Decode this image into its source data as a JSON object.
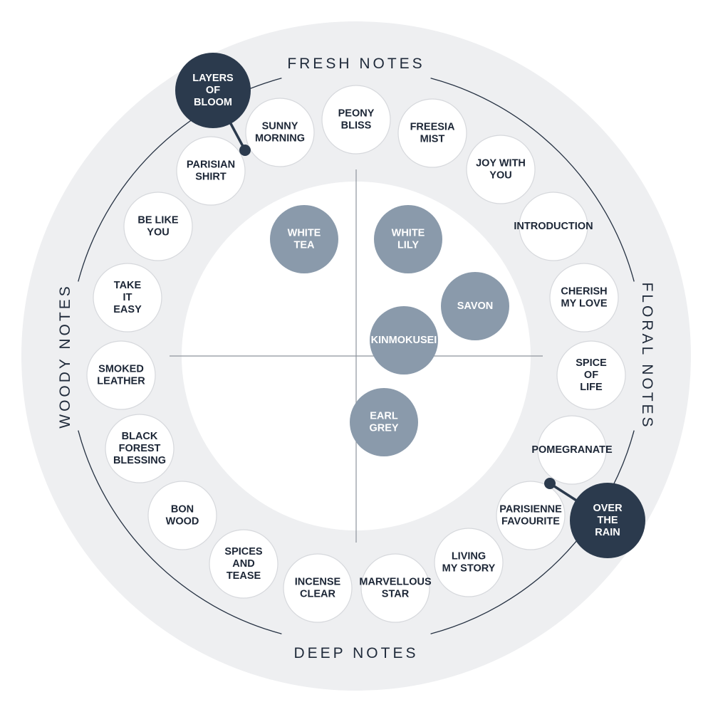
{
  "colors": {
    "outer_band": "#eeeff1",
    "arc_line": "#253142",
    "ring_bubble_fill": "#ffffff",
    "ring_bubble_stroke": "#d6d8dc",
    "inner_bubble": "#8a9aab",
    "featured_bubble": "#2b3a4d",
    "text_dark": "#1c2636"
  },
  "section_labels": {
    "fresh": "FRESH NOTES",
    "floral": "FLORAL NOTES",
    "deep": "DEEP NOTES",
    "woody": "WOODY NOTES"
  },
  "ring_scents": [
    [
      "SUNNY",
      "MORNING"
    ],
    [
      "PEONY",
      "BLISS"
    ],
    [
      "FREESIA",
      "MIST"
    ],
    [
      "JOY WITH",
      "YOU"
    ],
    [
      "INTRODUCTION"
    ],
    [
      "CHERISH",
      "MY LOVE"
    ],
    [
      "SPICE",
      "OF",
      "LIFE"
    ],
    [
      "POMEGRANATE"
    ],
    [
      "PARISIENNE",
      "FAVOURITE"
    ],
    [
      "LIVING",
      "MY STORY"
    ],
    [
      "MARVELLOUS",
      "STAR"
    ],
    [
      "INCENSE",
      "CLEAR"
    ],
    [
      "SPICES",
      "AND",
      "TEASE"
    ],
    [
      "BON",
      "WOOD"
    ],
    [
      "BLACK",
      "FOREST",
      "BLESSING"
    ],
    [
      "SMOKED",
      "LEATHER"
    ],
    [
      "TAKE",
      "IT",
      "EASY"
    ],
    [
      "BE LIKE",
      "YOU"
    ],
    [
      "PARISIAN",
      "SHIRT"
    ]
  ],
  "inner_scents": [
    [
      "WHITE",
      "TEA"
    ],
    [
      "WHITE",
      "LILY"
    ],
    [
      "SAVON"
    ],
    [
      "KINMOKUSEI"
    ],
    [
      "EARL",
      "GREY"
    ]
  ],
  "featured_scents": [
    [
      "LAYERS",
      "OF",
      "BLOOM"
    ],
    [
      "OVER",
      "THE",
      "RAIN"
    ]
  ]
}
